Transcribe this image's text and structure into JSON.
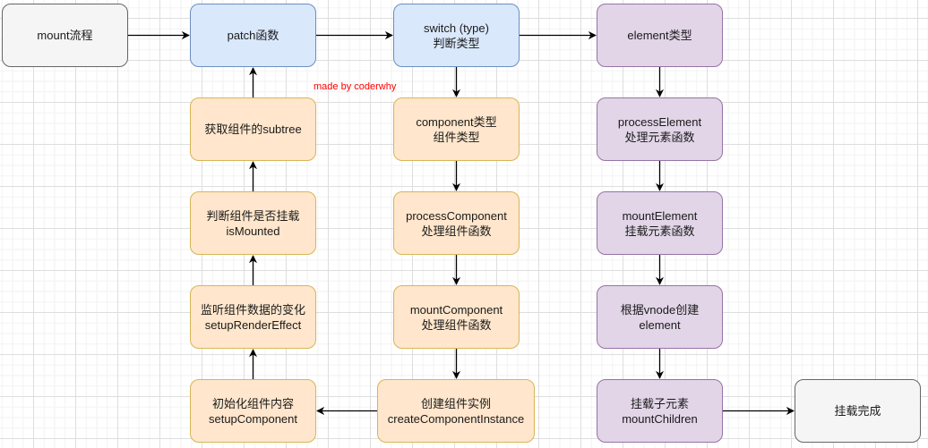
{
  "diagram": {
    "watermark": "made by coderwhy",
    "colors": {
      "start_end_fill": "#f5f5f5",
      "dispatch_fill": "#dae8fc",
      "component_fill": "#ffe6cc",
      "element_fill": "#e1d5e7",
      "watermark": "#ff0000"
    },
    "nodes": {
      "mount_flow": {
        "line1": "mount流程",
        "line2": ""
      },
      "patch": {
        "line1": "patch函数",
        "line2": ""
      },
      "switch_type": {
        "line1": "switch (type)",
        "line2": "判断类型"
      },
      "element_type": {
        "line1": "element类型",
        "line2": ""
      },
      "get_subtree": {
        "line1": "获取组件的subtree",
        "line2": ""
      },
      "is_mounted": {
        "line1": "判断组件是否挂载",
        "line2": "isMounted"
      },
      "setup_render_effect": {
        "line1": "监听组件数据的变化",
        "line2": "setupRenderEffect"
      },
      "setup_component": {
        "line1": "初始化组件内容",
        "line2": "setupComponent"
      },
      "component_type": {
        "line1": "component类型",
        "line2": "组件类型"
      },
      "process_component": {
        "line1": "processComponent",
        "line2": "处理组件函数"
      },
      "mount_component": {
        "line1": "mountComponent",
        "line2": "处理组件函数"
      },
      "create_instance": {
        "line1": "创建组件实例",
        "line2": "createComponentInstance"
      },
      "process_element": {
        "line1": "processElement",
        "line2": "处理元素函数"
      },
      "mount_element": {
        "line1": "mountElement",
        "line2": "挂载元素函数"
      },
      "create_element": {
        "line1": "根据vnode创建",
        "line2": "element"
      },
      "mount_children": {
        "line1": "挂载子元素",
        "line2": "mountChildren"
      },
      "mount_done": {
        "line1": "挂载完成",
        "line2": ""
      }
    },
    "edges": [
      {
        "from": "mount_flow",
        "to": "patch"
      },
      {
        "from": "patch",
        "to": "switch_type"
      },
      {
        "from": "switch_type",
        "to": "element_type"
      },
      {
        "from": "switch_type",
        "to": "component_type"
      },
      {
        "from": "component_type",
        "to": "process_component"
      },
      {
        "from": "process_component",
        "to": "mount_component"
      },
      {
        "from": "mount_component",
        "to": "create_instance"
      },
      {
        "from": "create_instance",
        "to": "setup_component"
      },
      {
        "from": "setup_component",
        "to": "setup_render_effect"
      },
      {
        "from": "setup_render_effect",
        "to": "is_mounted"
      },
      {
        "from": "is_mounted",
        "to": "get_subtree"
      },
      {
        "from": "get_subtree",
        "to": "patch"
      },
      {
        "from": "element_type",
        "to": "process_element"
      },
      {
        "from": "process_element",
        "to": "mount_element"
      },
      {
        "from": "mount_element",
        "to": "create_element"
      },
      {
        "from": "create_element",
        "to": "mount_children"
      },
      {
        "from": "mount_children",
        "to": "mount_done"
      }
    ]
  }
}
